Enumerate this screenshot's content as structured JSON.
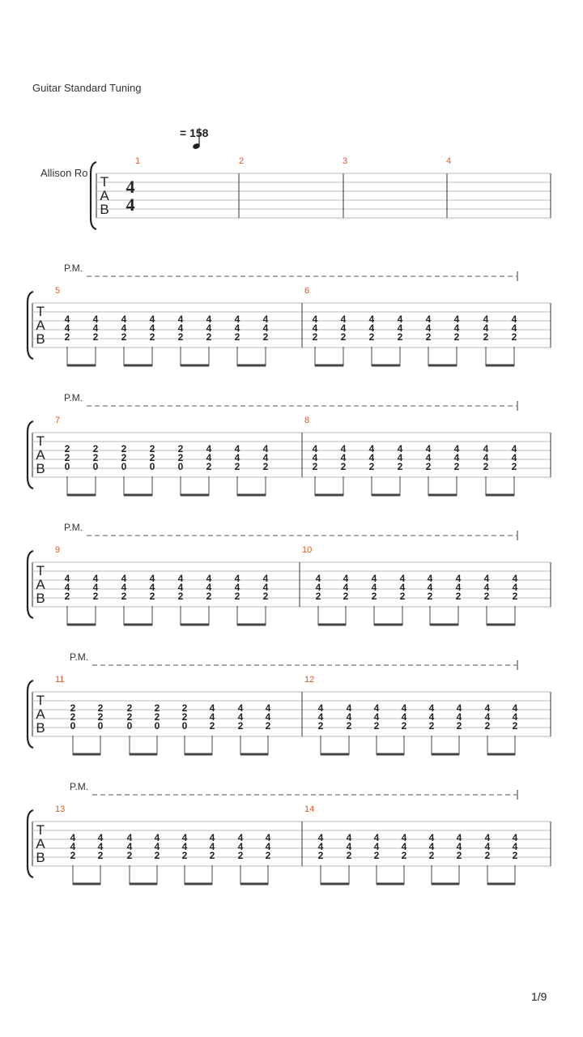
{
  "header": {
    "tuning": "Guitar Standard Tuning",
    "tempo": "= 158",
    "track_name": "Allison Ro",
    "page": "1/9"
  },
  "tab_letters": [
    "T",
    "A",
    "B"
  ],
  "time_signature": {
    "top": "4",
    "bottom": "4"
  },
  "palm_mute": "P.M.",
  "systems": [
    {
      "measures": [
        {
          "number": "1",
          "chords": []
        },
        {
          "number": "2",
          "chords": []
        },
        {
          "number": "3",
          "chords": []
        },
        {
          "number": "4",
          "chords": []
        }
      ]
    },
    {
      "pm": true,
      "measures": [
        {
          "number": "5",
          "chords": [
            [
              "4",
              "4",
              "2"
            ],
            [
              "4",
              "4",
              "2"
            ],
            [
              "4",
              "4",
              "2"
            ],
            [
              "4",
              "4",
              "2"
            ],
            [
              "4",
              "4",
              "2"
            ],
            [
              "4",
              "4",
              "2"
            ],
            [
              "4",
              "4",
              "2"
            ],
            [
              "4",
              "4",
              "2"
            ]
          ]
        },
        {
          "number": "6",
          "chords": [
            [
              "4",
              "4",
              "2"
            ],
            [
              "4",
              "4",
              "2"
            ],
            [
              "4",
              "4",
              "2"
            ],
            [
              "4",
              "4",
              "2"
            ],
            [
              "4",
              "4",
              "2"
            ],
            [
              "4",
              "4",
              "2"
            ],
            [
              "4",
              "4",
              "2"
            ],
            [
              "4",
              "4",
              "2"
            ]
          ]
        }
      ]
    },
    {
      "pm": true,
      "measures": [
        {
          "number": "7",
          "chords": [
            [
              "2",
              "2",
              "0"
            ],
            [
              "2",
              "2",
              "0"
            ],
            [
              "2",
              "2",
              "0"
            ],
            [
              "2",
              "2",
              "0"
            ],
            [
              "2",
              "2",
              "0"
            ],
            [
              "4",
              "4",
              "2"
            ],
            [
              "4",
              "4",
              "2"
            ],
            [
              "4",
              "4",
              "2"
            ]
          ]
        },
        {
          "number": "8",
          "chords": [
            [
              "4",
              "4",
              "2"
            ],
            [
              "4",
              "4",
              "2"
            ],
            [
              "4",
              "4",
              "2"
            ],
            [
              "4",
              "4",
              "2"
            ],
            [
              "4",
              "4",
              "2"
            ],
            [
              "4",
              "4",
              "2"
            ],
            [
              "4",
              "4",
              "2"
            ],
            [
              "4",
              "4",
              "2"
            ]
          ]
        }
      ]
    },
    {
      "pm": true,
      "measures": [
        {
          "number": "9",
          "chords": [
            [
              "4",
              "4",
              "2"
            ],
            [
              "4",
              "4",
              "2"
            ],
            [
              "4",
              "4",
              "2"
            ],
            [
              "4",
              "4",
              "2"
            ],
            [
              "4",
              "4",
              "2"
            ],
            [
              "4",
              "4",
              "2"
            ],
            [
              "4",
              "4",
              "2"
            ],
            [
              "4",
              "4",
              "2"
            ]
          ]
        },
        {
          "number": "10",
          "chords": [
            [
              "4",
              "4",
              "2"
            ],
            [
              "4",
              "4",
              "2"
            ],
            [
              "4",
              "4",
              "2"
            ],
            [
              "4",
              "4",
              "2"
            ],
            [
              "4",
              "4",
              "2"
            ],
            [
              "4",
              "4",
              "2"
            ],
            [
              "4",
              "4",
              "2"
            ],
            [
              "4",
              "4",
              "2"
            ]
          ]
        }
      ]
    },
    {
      "pm": true,
      "measures": [
        {
          "number": "11",
          "chords": [
            [
              "2",
              "2",
              "0"
            ],
            [
              "2",
              "2",
              "0"
            ],
            [
              "2",
              "2",
              "0"
            ],
            [
              "2",
              "2",
              "0"
            ],
            [
              "2",
              "2",
              "0"
            ],
            [
              "4",
              "4",
              "2"
            ],
            [
              "4",
              "4",
              "2"
            ],
            [
              "4",
              "4",
              "2"
            ]
          ]
        },
        {
          "number": "12",
          "chords": [
            [
              "4",
              "4",
              "2"
            ],
            [
              "4",
              "4",
              "2"
            ],
            [
              "4",
              "4",
              "2"
            ],
            [
              "4",
              "4",
              "2"
            ],
            [
              "4",
              "4",
              "2"
            ],
            [
              "4",
              "4",
              "2"
            ],
            [
              "4",
              "4",
              "2"
            ],
            [
              "4",
              "4",
              "2"
            ]
          ]
        }
      ]
    },
    {
      "pm": true,
      "measures": [
        {
          "number": "13",
          "chords": [
            [
              "4",
              "4",
              "2"
            ],
            [
              "4",
              "4",
              "2"
            ],
            [
              "4",
              "4",
              "2"
            ],
            [
              "4",
              "4",
              "2"
            ],
            [
              "4",
              "4",
              "2"
            ],
            [
              "4",
              "4",
              "2"
            ],
            [
              "4",
              "4",
              "2"
            ],
            [
              "4",
              "4",
              "2"
            ]
          ]
        },
        {
          "number": "14",
          "chords": [
            [
              "4",
              "4",
              "2"
            ],
            [
              "4",
              "4",
              "2"
            ],
            [
              "4",
              "4",
              "2"
            ],
            [
              "4",
              "4",
              "2"
            ],
            [
              "4",
              "4",
              "2"
            ],
            [
              "4",
              "4",
              "2"
            ],
            [
              "4",
              "4",
              "2"
            ],
            [
              "4",
              "4",
              "2"
            ]
          ]
        }
      ]
    }
  ]
}
